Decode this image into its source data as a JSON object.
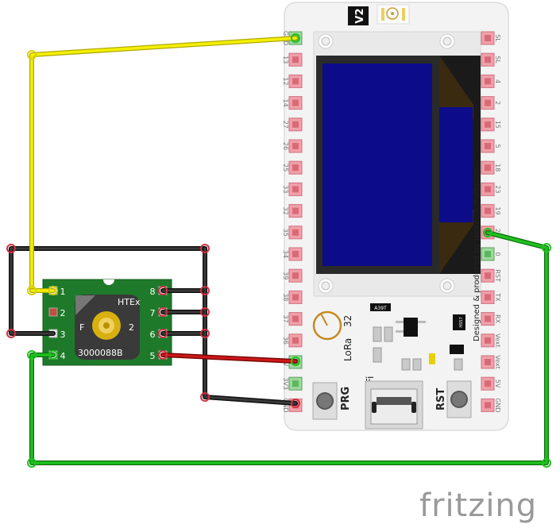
{
  "board": {
    "version_badge": "V2",
    "name_lora": "LoRa",
    "name_32": "32",
    "name_wifi": "WiFi",
    "btn_prg": "PRG",
    "btn_rst": "RST",
    "credit": "Designed & produced by Heltec AutoMation",
    "chip_top": "A39T",
    "chip_side": "HS57",
    "left_pins": [
      "GND",
      "13",
      "12",
      "14",
      "27",
      "26",
      "25",
      "33",
      "32",
      "35",
      "34",
      "39",
      "38",
      "37",
      "36",
      "5V",
      "3V3",
      "GND"
    ],
    "right_pins": [
      "SL",
      "SL",
      "4",
      "2",
      "15",
      "5",
      "18",
      "23",
      "19",
      "22",
      "0",
      "RST",
      "TX",
      "RX",
      "Vext",
      "Vext",
      "5V",
      "GND"
    ]
  },
  "module": {
    "brand": "HTEx",
    "part": "3000088B",
    "label_f": "F",
    "label_2": "2",
    "pins_left": [
      "1",
      "2",
      "3",
      "4"
    ],
    "pins_right": [
      "8",
      "7",
      "6",
      "5"
    ]
  },
  "watermark": "fritzing",
  "colors": {
    "wire_yellow": "#e8e000",
    "wire_green": "#1aa51a",
    "wire_red": "#b81010",
    "wire_black": "#222222",
    "module_green": "#1e7a2a",
    "screen_blue": "#0c0c8a"
  }
}
